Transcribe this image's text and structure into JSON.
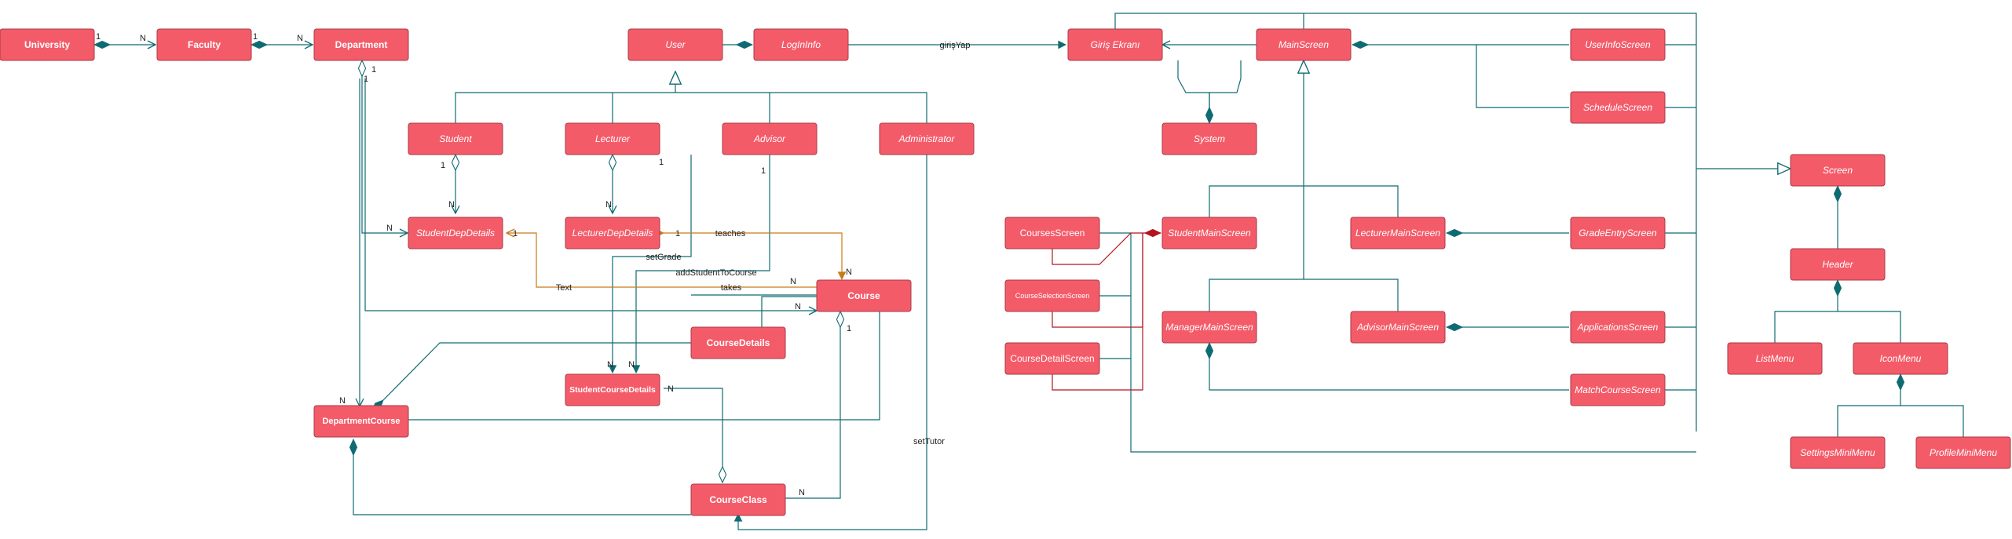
{
  "colors": {
    "box_fill": "#f45b69",
    "box_stroke": "#a83a45",
    "edge": "#0f6b73",
    "edge_orange": "#c77a16",
    "edge_red": "#b3141e"
  },
  "classes": {
    "university": "University",
    "faculty": "Faculty",
    "department": "Department",
    "user": "User",
    "loginfo": "LogInInfo",
    "student": "Student",
    "lecturer": "Lecturer",
    "advisor": "Advisor",
    "administrator": "Administrator",
    "studentdep": "StudentDepDetails",
    "lecturerdep": "LecturerDepDetails",
    "course": "Course",
    "coursedetails": "CourseDetails",
    "studentcourse": "StudentCourseDetails",
    "depcourse": "DepartmentCourse",
    "courseclass": "CourseClass",
    "giris": "Giriş Ekranı",
    "mainscreen": "MainScreen",
    "system": "System",
    "userinfo": "UserInfoScreen",
    "schedule": "ScheduleScreen",
    "screen": "Screen",
    "coursesscreen": "CoursesScreen",
    "studentmain": "StudentMainScreen",
    "lecturermain": "LecturerMainScreen",
    "gradeentry": "GradeEntryScreen",
    "header": "Header",
    "courseselection": "CourseSelectionScreen",
    "coursedetailscreen": "CourseDetailScreen",
    "managermain": "ManagerMainScreen",
    "advisormain": "AdvisorMainScreen",
    "applications": "ApplicationsScreen",
    "matchcourse": "MatchCourseScreen",
    "listmenu": "ListMenu",
    "iconmenu": "IconMenu",
    "settingsmini": "SettingsMiniMenu",
    "profilemini": "ProfileMiniMenu"
  },
  "edge_labels": {
    "girisyap": "girişYap",
    "teaches": "teaches",
    "setgrade": "setGrade",
    "addstudent": "addStudentToCourse",
    "takes": "takes",
    "text": "Text",
    "settutor": "setTutor"
  },
  "multiplicities": {
    "one": "1",
    "many": "N"
  }
}
